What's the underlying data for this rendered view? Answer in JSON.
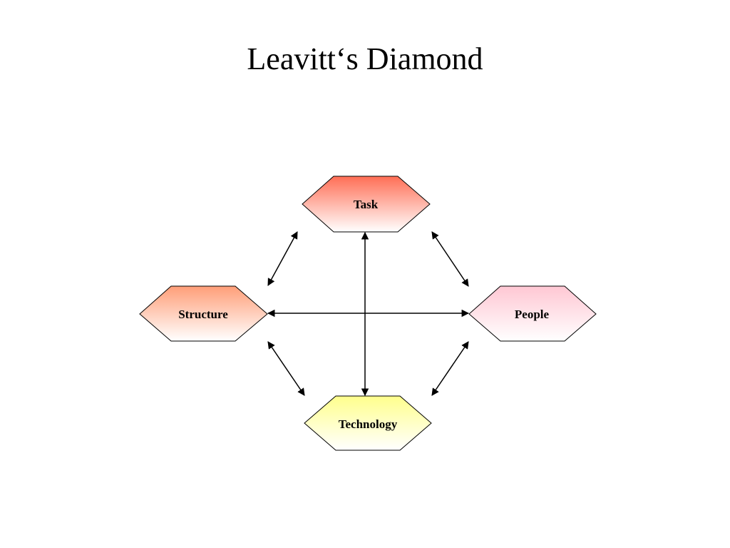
{
  "slide": {
    "title": "Leavitt‘s Diamond"
  },
  "diagram": {
    "nodes": {
      "task": {
        "label": "Task",
        "color": "#ff6e55"
      },
      "structure": {
        "label": "Structure",
        "color": "#ff9e78"
      },
      "people": {
        "label": "People",
        "color": "#ffc7d3"
      },
      "technology": {
        "label": "Technology",
        "color": "#ffff8c"
      }
    },
    "connections": [
      {
        "from": "Task",
        "to": "Technology",
        "type": "bidirectional"
      },
      {
        "from": "Structure",
        "to": "People",
        "type": "bidirectional"
      },
      {
        "from": "Task",
        "to": "Structure",
        "type": "bidirectional"
      },
      {
        "from": "Task",
        "to": "People",
        "type": "bidirectional"
      },
      {
        "from": "Structure",
        "to": "Technology",
        "type": "bidirectional"
      },
      {
        "from": "People",
        "to": "Technology",
        "type": "bidirectional"
      }
    ]
  }
}
